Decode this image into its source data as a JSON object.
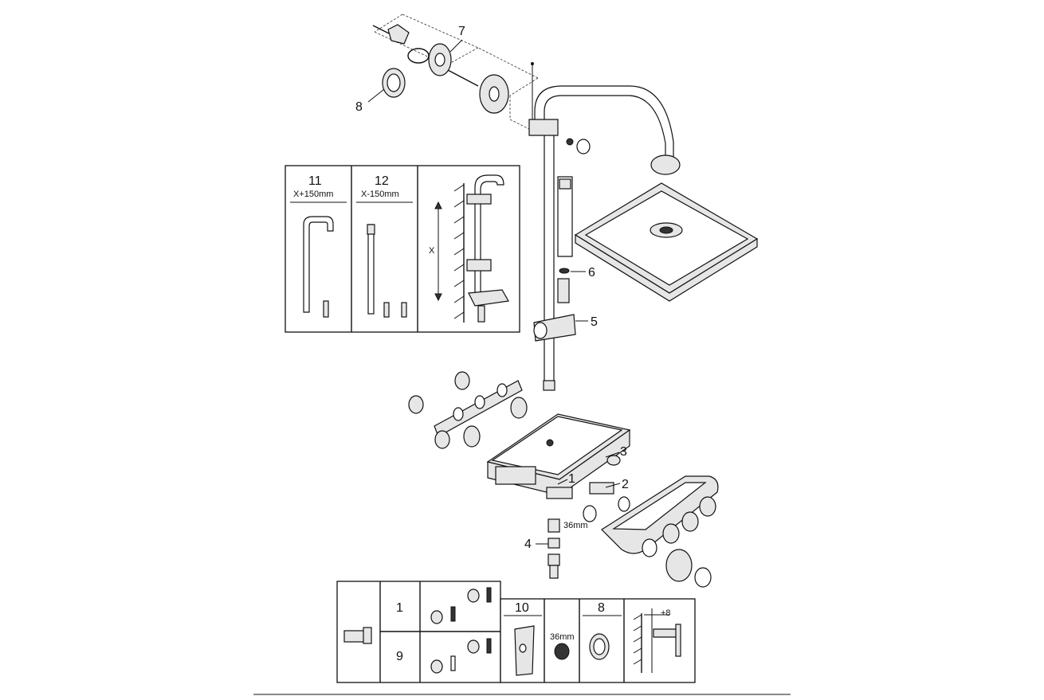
{
  "callouts": {
    "c1": "1",
    "c2": "2",
    "c3": "3",
    "c4": "4",
    "c5": "5",
    "c6": "6",
    "c7": "7",
    "c8": "8"
  },
  "inset_panel": {
    "col11": {
      "number": "11",
      "dimension": "X+150mm"
    },
    "col12": {
      "number": "12",
      "dimension": "X-150mm"
    },
    "x_label": "X"
  },
  "wrench_size": "36mm",
  "parts_table": {
    "row1": "1",
    "row9": "9",
    "col10": "10",
    "col10_size": "36mm",
    "col8": "8",
    "offset": "+8"
  },
  "icon_names": [
    "screw-icon",
    "thermometer-icon",
    "cartridge-icon",
    "wrench-icon",
    "seal-ring-icon",
    "wall-bracket-icon"
  ]
}
